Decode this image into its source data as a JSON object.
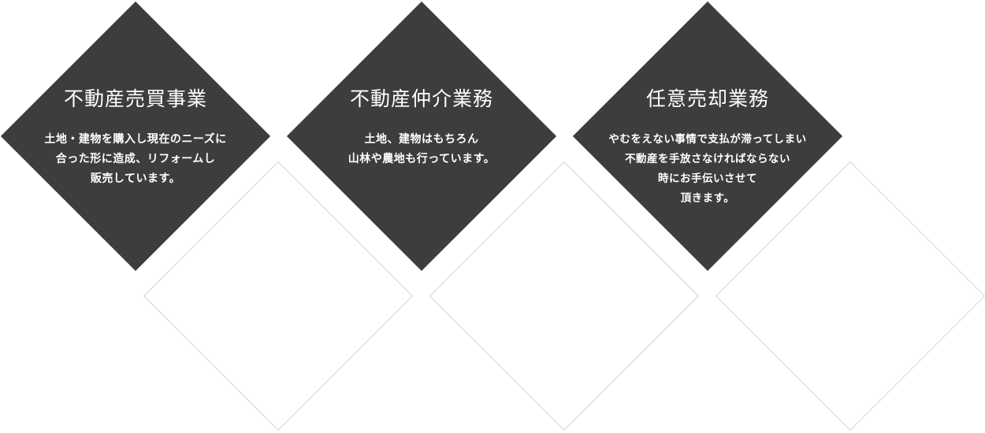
{
  "services": [
    {
      "title": "不動産売買事業",
      "lines": [
        "土地・建物を購入し現在のニーズに",
        "合った形に造成、リフォームし",
        "販売しています。"
      ]
    },
    {
      "title": "不動産仲介業務",
      "lines": [
        "土地、建物はもちろん",
        "山林や農地も行っています。"
      ]
    },
    {
      "title": "任意売却業務",
      "lines": [
        "やむをえない事情で支払が滞ってしまい",
        "不動産を手放さなければならない",
        "時にお手伝いさせて",
        "頂きます。"
      ]
    }
  ],
  "colors": {
    "card_background": "#3d3d3e",
    "card_text": "#ffffff",
    "outline": "#d4d4d4"
  }
}
